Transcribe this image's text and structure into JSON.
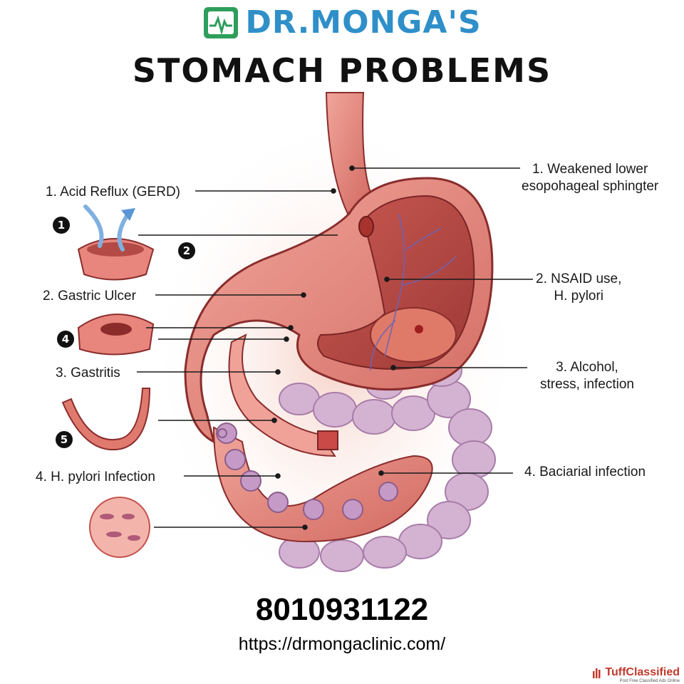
{
  "brand": {
    "name": "DR.MONGA'S",
    "logo_icon": "clinic-logo-icon",
    "color": "#2f8fc8"
  },
  "title": "STOMACH PROBLEMS",
  "left_labels": [
    {
      "text": "1. Acid Reflux (GERD)"
    },
    {
      "text": "2. Gastric Ulcer"
    },
    {
      "text": "3. Gastritis"
    },
    {
      "text": "4. H. pylori Infection"
    }
  ],
  "right_labels": [
    {
      "line1": "1. Weakened lower",
      "line2": "esopohageal sphingter"
    },
    {
      "line1": "2. NSAID use,",
      "line2": "H. pylori"
    },
    {
      "line1": "3. Alcohol,",
      "line2": "stress, infection"
    },
    {
      "line1": "4. Baciarial infection",
      "line2": ""
    }
  ],
  "markers": [
    "1",
    "2",
    "4",
    "5"
  ],
  "contact": {
    "phone": "8010931122",
    "url": "https://drmongaclinic.com/"
  },
  "watermark": {
    "name": "TuffClassified",
    "tagline": "Post Free Classified Ads Online"
  },
  "colors": {
    "tissue": "#e8867d",
    "tissue_dark": "#c4524d",
    "intestine": "#c9a9c8",
    "outline": "#8a2d2d"
  }
}
